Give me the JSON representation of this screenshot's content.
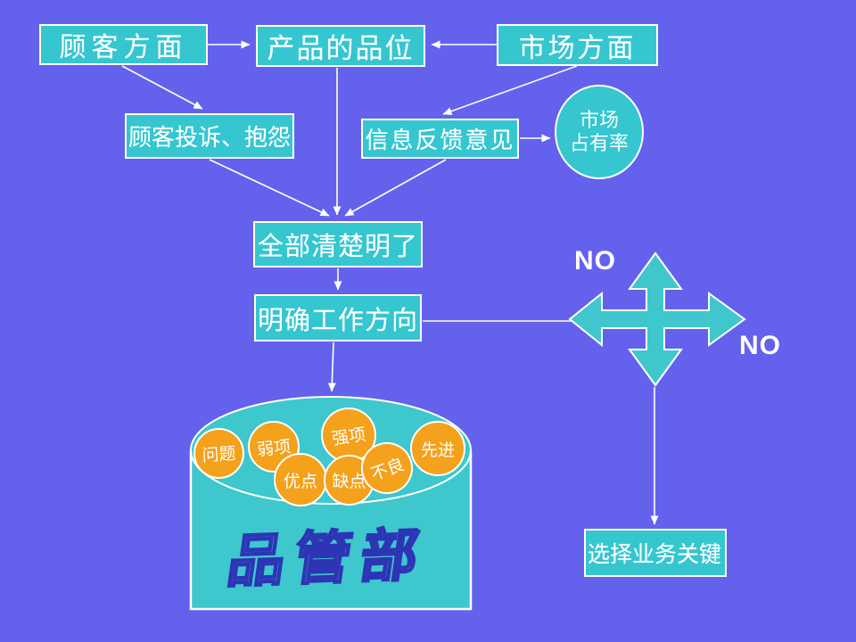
{
  "colors": {
    "background": "#6462ec",
    "node_fill": "#35c6d0",
    "node_border": "#ffffff",
    "arrow": "#ffffff",
    "cross_fill": "#3fc7cd",
    "bubble_fill": "#f4a11c",
    "department_outline": "#2d35b5"
  },
  "nodes": {
    "customer": {
      "label": "顾客方面"
    },
    "product": {
      "label": "产品的品位"
    },
    "market": {
      "label": "市场方面"
    },
    "complaints": {
      "label": "顾客投诉、抱怨"
    },
    "feedback": {
      "label": "信息反馈意见"
    },
    "market_share": {
      "line1": "市场",
      "line2": "占有率"
    },
    "all_clear": {
      "label": "全部清楚明了"
    },
    "work_direction": {
      "label": "明确工作方向"
    },
    "select_business": {
      "label": "选择业务关键"
    }
  },
  "decision": {
    "no_top": "NO",
    "no_right": "NO"
  },
  "department": {
    "label": "品管部",
    "bubbles": [
      "问题",
      "弱项",
      "强项",
      "优点",
      "缺点",
      "不良",
      "先进"
    ]
  }
}
